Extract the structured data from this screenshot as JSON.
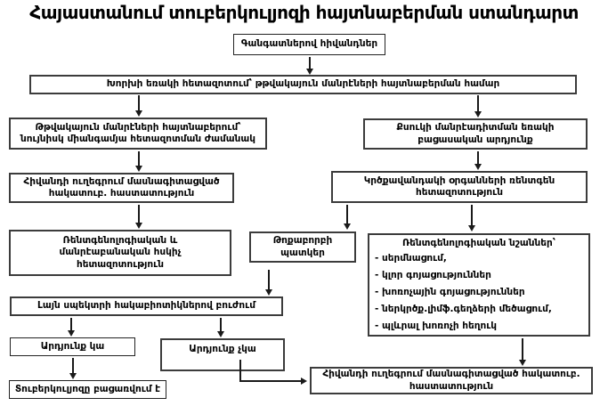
{
  "title": "Հայաստանում տուբերկուլյոզի հայտնաբերման ստանդարտ",
  "flowchart": {
    "patients": "Գանգատներով հիվանդներ",
    "sputum_triple_exam": "Խորխի եռակի հետազոտում՝ թթվակայուն մանրէների հայտնաբերման համար",
    "afb_detected": "Թթվակայուն մանրէների հայտնաբերում՝\nնույնիսկ միանգամյա հետազոտման ժամանակ",
    "smear_negative": "Քսուկի մանրէադիտման եռակի\nբացասական արդյունք",
    "referral_tb": "Հիվանդի ուղեգրում մասնագիտացված\nհակատուբ. հաստատություն",
    "chest_xray": "Կրծքավանդակի օրգանների ռենտգեն\nհետազոտություն",
    "control_exam": "Ռենտգենոլոգիական և\nմանրէաբանական հսկիչ\nհետազոտություն",
    "pneumonia_picture": "Թոքաբորբի\nպատկեր",
    "xray_signs": {
      "header": "Ռենտգենոլոգիական նշաններ՝",
      "items": [
        "- սերմնացում,",
        "- կլոր գոյացություններ",
        "- խոռոչային գոյացություններ",
        "- ներկրծք.լիմֆ.գեղձերի մեծացում,",
        "- պլևրալ խոռոչի հեղուկ"
      ]
    },
    "antibiotic_treatment": "Լայն սպեկտրի հակաբիոտիկներով բուժում",
    "result_yes": "Արդյունք կա",
    "result_no": "Արդյունք չկա",
    "tb_excluded": "Տուբերկուլյոզը բացառվում է",
    "referral_tb_final": "Հիվանդի ուղեգրում մասնագիտացված հակատուբ.\nհաստատություն"
  }
}
